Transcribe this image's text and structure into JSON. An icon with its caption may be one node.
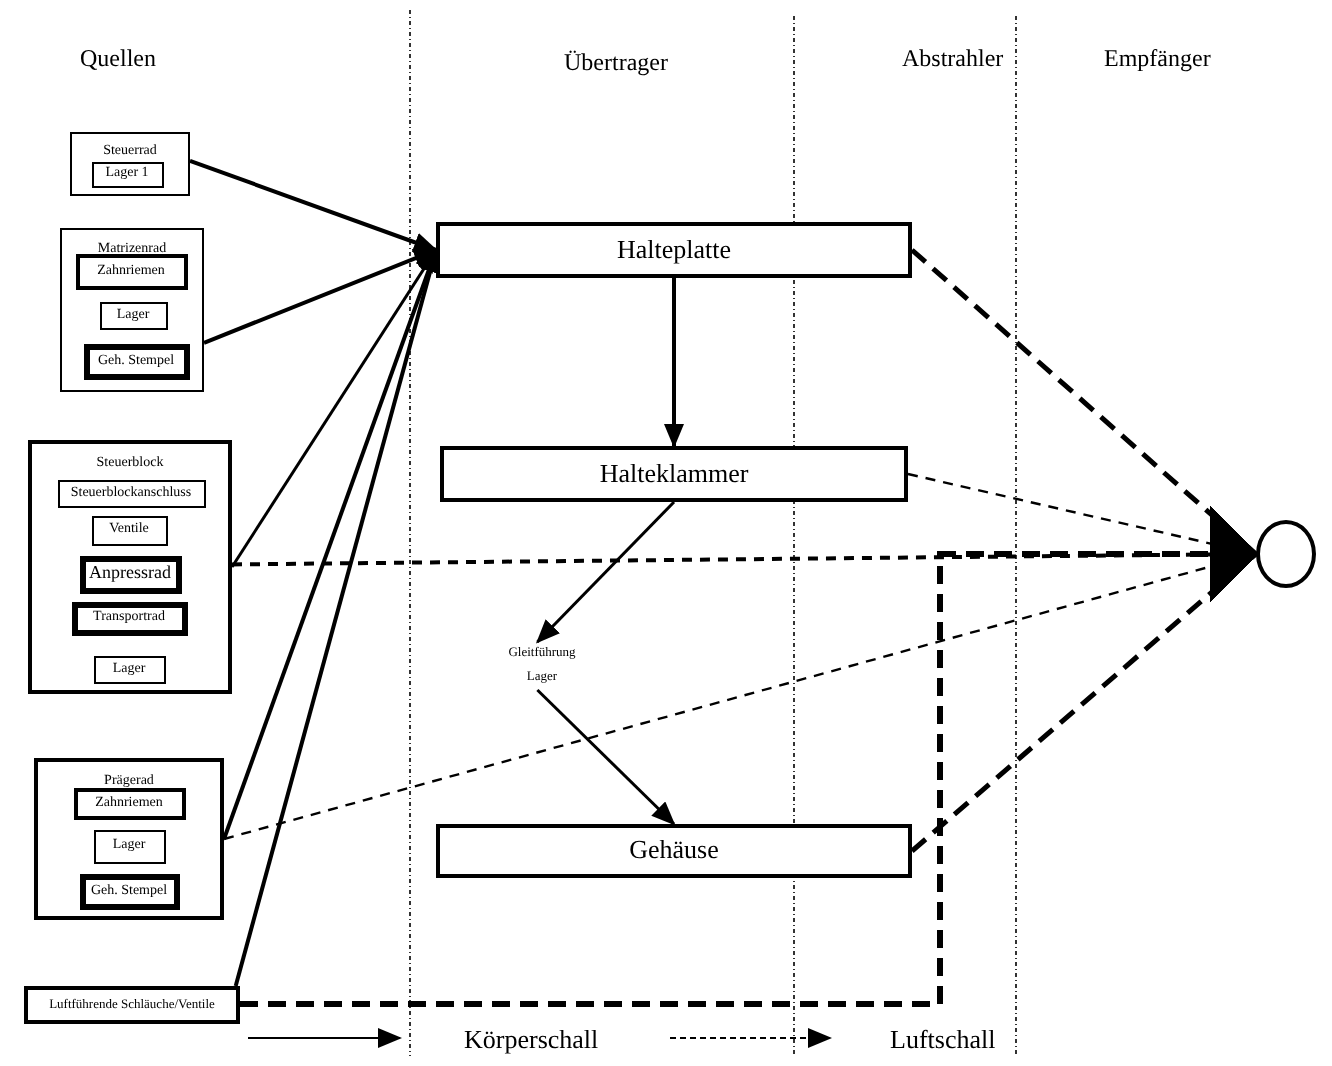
{
  "diagram": {
    "nodes": [
      {
        "text": [
          "Steuerrad"
        ]
      },
      {
        "text": [
          "Lager 1"
        ],
        "in": 0
      },
      {
        "text": [
          "Matrizenrad"
        ]
      },
      {
        "text": [
          "Zahnriemen"
        ],
        "in": 2
      },
      {
        "text": [
          "Lager"
        ],
        "in": 2
      },
      {
        "text": [
          "Geh. Stempel"
        ],
        "in": 2
      },
      {
        "text": [
          "Steuerblock"
        ]
      },
      {
        "text": [
          "Steuerblockanschluss"
        ],
        "in": 6
      },
      {
        "text": [
          "Ventile"
        ],
        "in": 6
      },
      {
        "text": [
          "Anpressrad"
        ],
        "in": 6
      },
      {
        "text": [
          "Transportrad"
        ],
        "in": 6
      },
      {
        "text": [
          "Lager"
        ],
        "in": 6
      },
      {
        "text": [
          "Prägerad"
        ]
      },
      {
        "text": [
          "Zahnriemen"
        ],
        "in": 12
      },
      {
        "text": [
          "Lager"
        ],
        "in": 12
      },
      {
        "text": [
          "Geh. Stempel"
        ],
        "in": 12
      },
      {
        "text": [
          "Luftführende Schläuche/Ventile"
        ]
      },
      {
        "text": [
          "Halteplatte"
        ]
      },
      {
        "text": [
          "Halteklammer"
        ]
      },
      {
        "text": [
          "Gleitführung Lager"
        ]
      },
      {
        "text": [
          "Gehäuse"
        ]
      },
      {
        "text": [],
        "shape": "circle"
      }
    ],
    "edges": [
      {
        "from": 0,
        "to": 17,
        "arrow": "to"
      },
      {
        "from": 2,
        "to": 17,
        "arrow": "to"
      },
      {
        "from": 6,
        "to": 17,
        "arrow": "to"
      },
      {
        "from": 12,
        "to": 17,
        "arrow": "to"
      },
      {
        "from": 16,
        "to": 17,
        "arrow": "to"
      },
      {
        "from": 17,
        "to": 18,
        "arrow": "to"
      },
      {
        "from": 18,
        "to": 19,
        "arrow": "to"
      },
      {
        "from": 19,
        "to": 20,
        "arrow": "to"
      },
      {
        "from": 17,
        "to": 21,
        "arrow": "to",
        "style": "dashed"
      },
      {
        "from": 18,
        "to": 21,
        "arrow": "to",
        "style": "dashed"
      },
      {
        "from": 6,
        "to": 21,
        "arrow": "to",
        "style": "dashed"
      },
      {
        "from": 12,
        "to": 21,
        "arrow": "to",
        "style": "dashed"
      },
      {
        "from": 20,
        "to": 21,
        "arrow": "to",
        "style": "dashed"
      },
      {
        "from": 16,
        "to": 21,
        "arrow": "to",
        "style": "dashed"
      }
    ],
    "labels": [
      "Quellen",
      "Übertrager",
      "Abstrahler",
      "Empfänger"
    ],
    "legend": [
      {
        "text": "Körperschall"
      },
      {
        "text": "Luftschall"
      }
    ]
  }
}
